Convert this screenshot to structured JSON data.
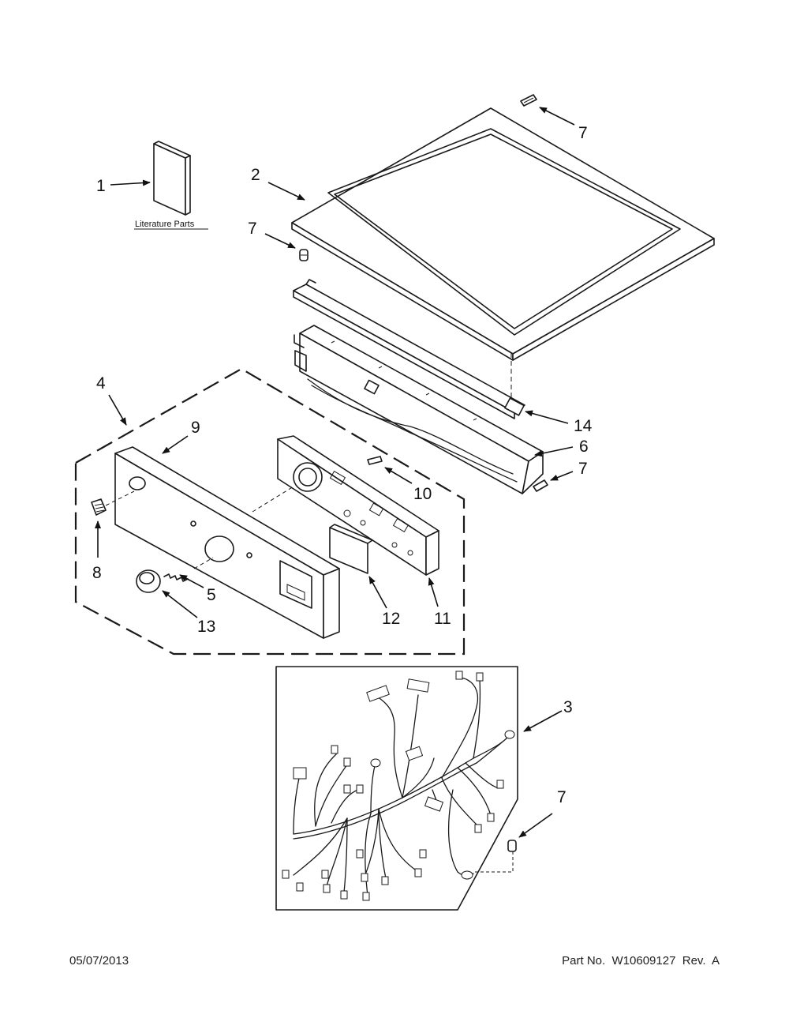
{
  "diagram": {
    "callouts": {
      "c1": "1",
      "c2": "2",
      "c3": "3",
      "c4": "4",
      "c5": "5",
      "c6": "6",
      "c7_top": "7",
      "c7_left": "7",
      "c7_right": "7",
      "c7_bottom": "7",
      "c8": "8",
      "c9": "9",
      "c10": "10",
      "c11": "11",
      "c12": "12",
      "c13": "13",
      "c14": "14"
    },
    "literature_caption": "Literature Parts"
  },
  "footer": {
    "date": "05/07/2013",
    "part_info": "Part No.  W10609127  Rev.  A"
  }
}
